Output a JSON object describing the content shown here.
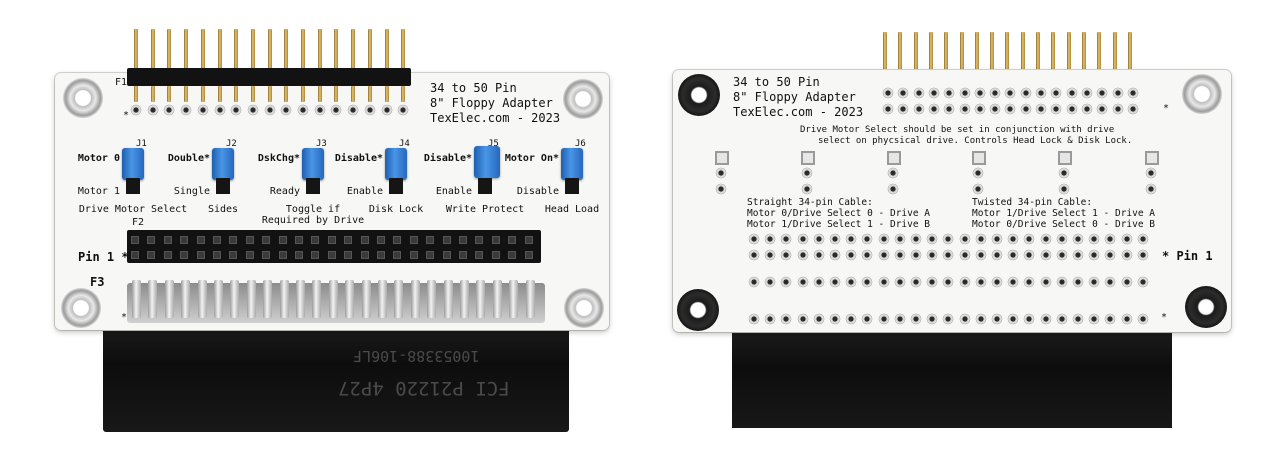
{
  "front": {
    "title_lines": [
      "34 to 50 Pin",
      "8\" Floppy Adapter",
      "TexElec.com - 2023"
    ],
    "header_top_label": "F1",
    "header_mid_label": "F2",
    "header_bottom_label": "F3",
    "pin1_label": "Pin 1 *",
    "star": "*",
    "jumpers": [
      {
        "ref": "J1",
        "top": "Motor 0",
        "bottom": "Motor 1",
        "caption": "Drive Motor Select"
      },
      {
        "ref": "J2",
        "top": "Double*",
        "bottom": "Single",
        "caption": "Sides"
      },
      {
        "ref": "J3",
        "top": "DskChg*",
        "bottom": "Ready",
        "caption": "Toggle if\nRequired by Drive"
      },
      {
        "ref": "J4",
        "top": "Disable*",
        "bottom": "Enable",
        "caption": "Disk Lock"
      },
      {
        "ref": "J5",
        "top": "Disable*",
        "bottom": "Enable",
        "caption": "Write Protect"
      },
      {
        "ref": "J6",
        "top": "Motor On*",
        "bottom": "Disable",
        "caption": "Head Load"
      }
    ],
    "cable_print_1": "10053388-106LF",
    "cable_print_2": "FCI P21220 4P27"
  },
  "back": {
    "title_lines": [
      "34 to 50 Pin",
      "8\" Floppy Adapter",
      "TexElec.com - 2023"
    ],
    "note_lines": [
      "Drive Motor Select should be set in conjunction with drive",
      "select on phycsical drive. Controls Head Lock & Disk Lock."
    ],
    "straight_lines": [
      "Straight 34-pin Cable:",
      "Motor 0/Drive Select 0 - Drive A",
      "Motor 1/Drive Select 1 - Drive B"
    ],
    "twisted_lines": [
      "Twisted 34-pin Cable:",
      "Motor 1/Drive Select 1 - Drive A",
      "Motor 0/Drive Select 0 - Drive B"
    ],
    "pin1_label": "* Pin 1",
    "star": "*"
  }
}
